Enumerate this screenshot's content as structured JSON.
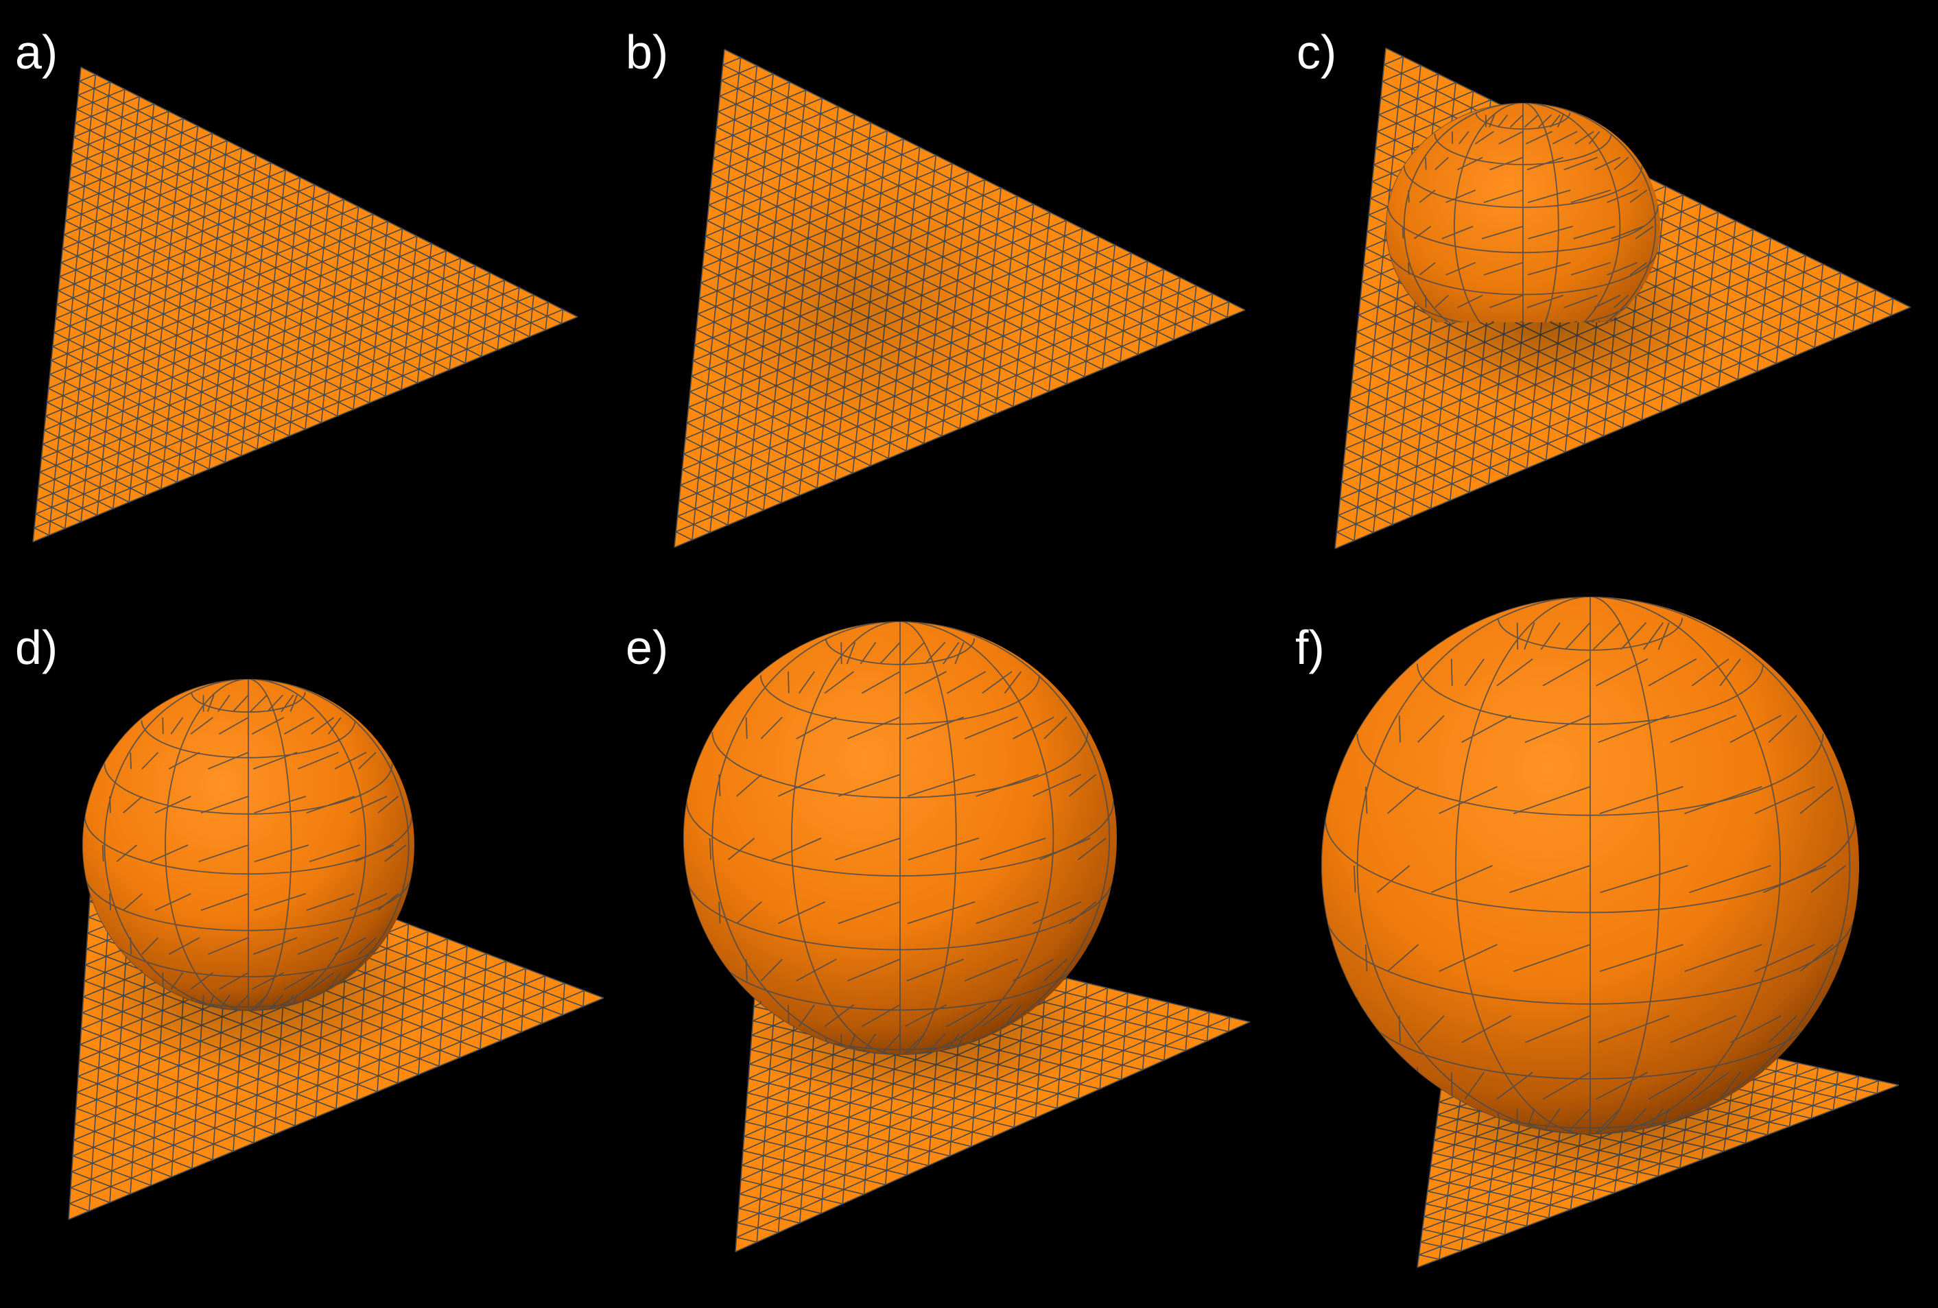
{
  "figure": {
    "background_color": "#000000",
    "mesh_fill_color": "#ff8a0f",
    "mesh_wire_color": "#4a4a4a",
    "panels": [
      {
        "label": "a)",
        "shape": "flat-triangle-mesh"
      },
      {
        "label": "b)",
        "shape": "triangle-mesh-small-bulge"
      },
      {
        "label": "c)",
        "shape": "triangle-mesh-dome"
      },
      {
        "label": "d)",
        "shape": "sphere-on-triangle-mesh"
      },
      {
        "label": "e)",
        "shape": "sphere-on-triangle-mesh"
      },
      {
        "label": "f)",
        "shape": "sphere-on-triangle-mesh"
      }
    ]
  }
}
